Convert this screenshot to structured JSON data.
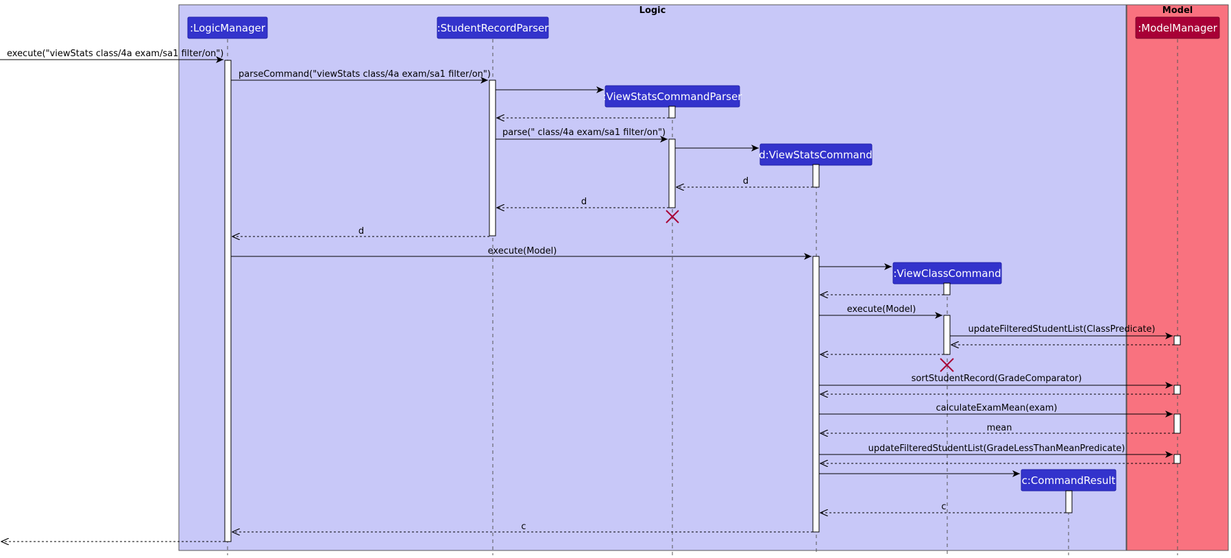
{
  "groups": {
    "logic": {
      "title": "Logic",
      "color": "#C8C8F8"
    },
    "model": {
      "title": "Model",
      "color": "#F9727F"
    }
  },
  "participants": {
    "logic_manager": ":LogicManager",
    "student_record_parser": ":StudentRecordParser",
    "view_stats_command_parser": ":ViewStatsCommandParser",
    "view_stats_command": "d:ViewStatsCommand",
    "view_class_command": ":ViewClassCommand",
    "command_result": "c:CommandResult",
    "model_manager": ":ModelManager"
  },
  "messages": {
    "execute_command": "execute(\"viewStats class/4a exam/sa1 filter/on\")",
    "parse_command": "parseCommand(\"viewStats class/4a exam/sa1 filter/on\")",
    "parse_args": "parse(\" class/4a exam/sa1 filter/on\")",
    "return_d1": "d",
    "return_d2": "d",
    "return_d3": "d",
    "execute_model": "execute(Model)",
    "execute_model2": "execute(Model)",
    "update_class": "updateFilteredStudentList(ClassPredicate)",
    "sort_record": "sortStudentRecord(GradeComparator)",
    "calc_mean": "calculateExamMean(exam)",
    "return_mean": "mean",
    "update_grade": "updateFilteredStudentList(GradeLessThanMeanPredicate)",
    "return_c1": "c",
    "return_c2": "c"
  },
  "colors": {
    "participant_box": "#3333CC",
    "model_box": "#A80036",
    "destroy_mark": "#A80036"
  }
}
